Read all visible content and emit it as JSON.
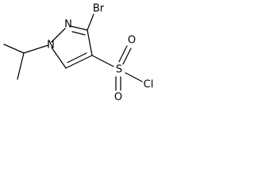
{
  "molecule": {
    "atoms": {
      "br": "Br",
      "n_ring_2": "N",
      "n_ring_1": "N",
      "s": "S",
      "o_top": "O",
      "o_bottom": "O",
      "cl": "Cl"
    },
    "bonds": [
      {
        "from": "n1",
        "to": "n2",
        "order": 1
      },
      {
        "from": "n2",
        "to": "c3",
        "order": 2
      },
      {
        "from": "c3",
        "to": "c4",
        "order": 1
      },
      {
        "from": "c4",
        "to": "c5",
        "order": 2
      },
      {
        "from": "c5",
        "to": "n1",
        "order": 1
      },
      {
        "from": "c3",
        "to": "br",
        "order": 1
      },
      {
        "from": "c4",
        "to": "s",
        "order": 1
      },
      {
        "from": "s",
        "to": "o_top",
        "order": 2
      },
      {
        "from": "s",
        "to": "o_bottom",
        "order": 2
      },
      {
        "from": "s",
        "to": "cl",
        "order": 1
      },
      {
        "from": "n1",
        "to": "ch",
        "order": 1
      },
      {
        "from": "ch",
        "to": "ch3_a",
        "order": 1
      },
      {
        "from": "ch",
        "to": "ch3_b",
        "order": 1
      }
    ]
  },
  "colors": {
    "ink": "#000000",
    "background": "#ffffff"
  }
}
